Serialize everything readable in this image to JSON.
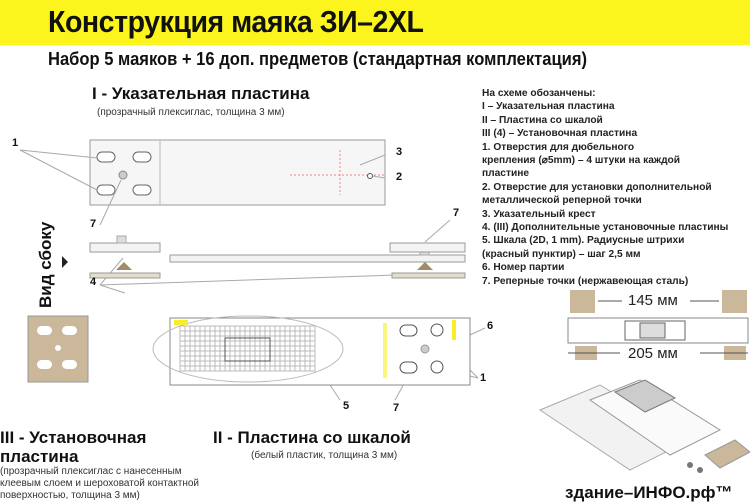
{
  "header": {
    "title": "Конструкция маяка ЗИ–2XL",
    "subtitle": "Набор 5 маяков + 16 доп. предметов (стандартная комплектация)",
    "band_color": "#fbf51d"
  },
  "plate1": {
    "title": "I - Указательная пластина",
    "note": "(прозрачный плексиглас, толщина 3 мм)"
  },
  "plate2": {
    "title": "II - Пластина со шкалой",
    "note": "(белый пластик, толщина 3 мм)"
  },
  "plate3": {
    "title_line1": "III - Установочная",
    "title_line2": "пластина",
    "note": [
      "(прозрачный плексиглас с нанесенным",
      "клеевым слоем и шероховатой контактной",
      "поверхностью, толщина 3 мм)"
    ]
  },
  "side_view": "Вид сбоку",
  "callouts": {
    "c1a": "1",
    "c1b": "1",
    "c2": "2",
    "c3": "3",
    "c4": "4",
    "c5": "5",
    "c6": "6",
    "c7a": "7",
    "c7b": "7",
    "c7c": "7"
  },
  "legend": [
    "На схеме обозанчены:",
    "I – Указательная пластина",
    "II – Пластина со шкалой",
    "III (4) – Установочная пластина",
    "1. Отверстия для дюбельного",
    "крепления (⌀5mm) – 4 штуки на каждой",
    "пластине",
    "2. Отверстие для установки дополнительной",
    "металлической реперной точки",
    "3. Указательный крест",
    "4. (III) Дополнительные установочные пластины",
    "5. Шкала (2D, 1 mm). Радиусные штрихи",
    "(красный пунктир) – шаг 2,5 мм",
    "6. Номер партии",
    "7. Реперные точки (нержавеющая сталь)"
  ],
  "dimensions": {
    "inner": "145 мм",
    "outer": "205 мм"
  },
  "brand": "здание–ИНФО.рф™"
}
